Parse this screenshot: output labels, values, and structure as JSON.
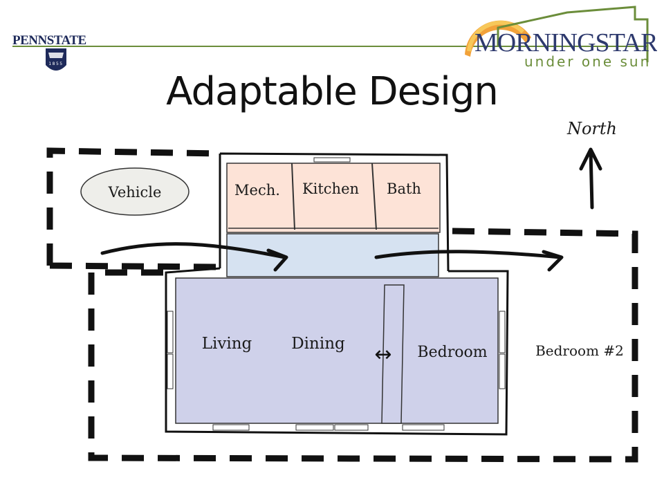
{
  "slide": {
    "title": "Adaptable Design"
  },
  "logos": {
    "pennstate": {
      "wordmark": "PENNSTATE",
      "seal_year": "1855"
    },
    "morningstar": {
      "name": "MORNINGSTAR",
      "tagline": "under one sun"
    }
  },
  "diagram": {
    "north_label": "North",
    "vehicle_label": "Vehicle",
    "rooms": {
      "mech": "Mech.",
      "kitchen": "Kitchen",
      "bath": "Bath",
      "living": "Living",
      "dining": "Dining",
      "bedroom": "Bedroom",
      "bedroom2": "Bedroom #2"
    },
    "resize_symbol": "↔"
  },
  "colors": {
    "service_core": "#fde3d7",
    "corridor": "#d6e2f1",
    "main_space": "#cfd1ea",
    "vehicle_fill": "#eeeeea",
    "brand_green": "#6b8d3a",
    "brand_navy": "#2e3a6e",
    "sun_orange": "#f2a23a"
  }
}
